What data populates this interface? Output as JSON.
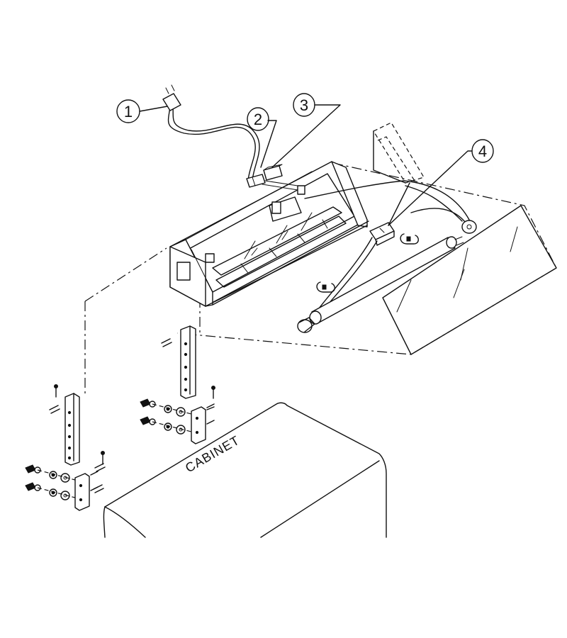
{
  "callouts": [
    {
      "number": "1"
    },
    {
      "number": "2"
    },
    {
      "number": "3"
    },
    {
      "number": "4"
    }
  ],
  "labels": {
    "cabinet": "CABINET"
  }
}
